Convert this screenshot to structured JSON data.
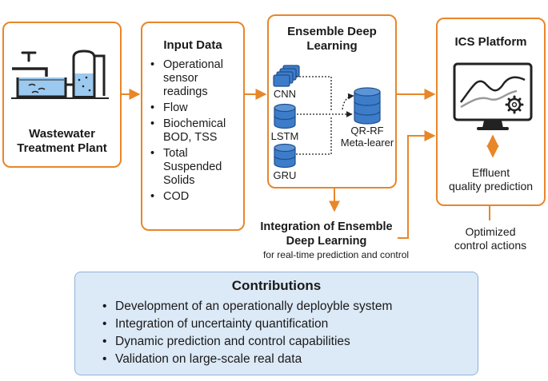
{
  "wwtp": {
    "label_line1": "Wastewater",
    "label_line2": "Treatment Plant"
  },
  "input_data": {
    "title": "Input Data",
    "items": [
      [
        "Operational",
        "sensor",
        "readings"
      ],
      [
        "Flow"
      ],
      [
        "Biochemical",
        "BOD, TSS"
      ],
      [
        "Total",
        "Suspended",
        "Solids"
      ],
      [
        "COD"
      ]
    ]
  },
  "ensemble": {
    "title_line1": "Ensemble Deep",
    "title_line2": "Learning",
    "models": [
      {
        "label": "CNN",
        "icon": "layers-icon"
      },
      {
        "label": "LSTM",
        "icon": "database-icon"
      },
      {
        "label": "GRU",
        "icon": "database-icon"
      }
    ],
    "meta_label_line1": "QR-RF",
    "meta_label_line2": "Meta-learer"
  },
  "ics": {
    "title": "ICS Platform",
    "icon": "monitor-chart-gear-icon",
    "prediction_line1": "Effluent",
    "prediction_line2": "quality prediction"
  },
  "integration": {
    "title_line1": "Integration of Ensemble",
    "title_line2": "Deep Learning",
    "subtitle": "for real-time prediction and control"
  },
  "control_actions": {
    "line1": "Optimized",
    "line2": "control actions"
  },
  "contributions": {
    "title": "Contributions",
    "items": [
      "Development of an operationally deployble system",
      "Integration of uncertainty quantification",
      "Dynamic prediction and control capabilities",
      "Validation on large-scale real data"
    ]
  },
  "colors": {
    "accent_orange": "#e8862a",
    "db_blue": "#3d7cc9",
    "water_blue": "#9cc9ef",
    "contrib_bg": "#dce9f7",
    "contrib_border": "#8fb1d8"
  }
}
